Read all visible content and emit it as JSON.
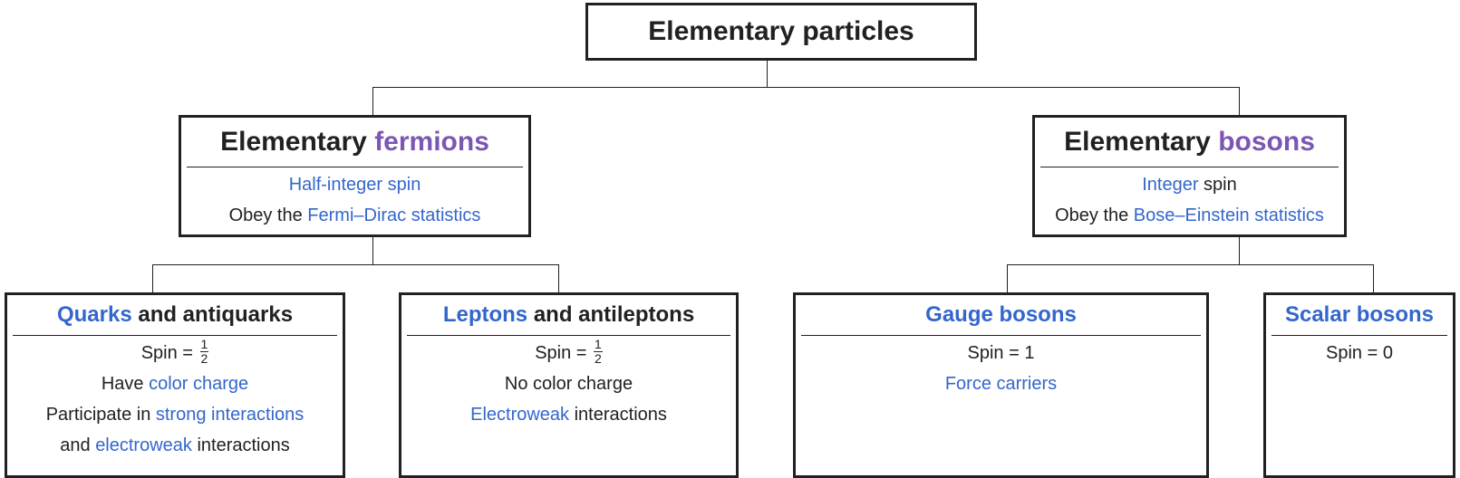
{
  "root": {
    "title": "Elementary particles"
  },
  "fermions": {
    "title_plain": "Elementary ",
    "title_accent": "fermions",
    "line1_link": "Half-integer spin",
    "line2_prefix": "Obey the ",
    "line2_link": "Fermi–Dirac statistics"
  },
  "bosons": {
    "title_plain": "Elementary ",
    "title_accent": "bosons",
    "line1_link": "Integer",
    "line1_suffix": " spin",
    "line2_prefix": "Obey the ",
    "line2_link": "Bose–Einstein statistics"
  },
  "quarks": {
    "title_link": "Quarks",
    "title_suffix": " and antiquarks",
    "spin_prefix": "Spin = ",
    "spin_num": "1",
    "spin_den": "2",
    "line2_prefix": "Have ",
    "line2_link": "color charge",
    "line3_prefix": "Participate in ",
    "line3_link": "strong interactions",
    "line4_prefix": "and ",
    "line4_link": "electroweak",
    "line4_suffix": " interactions"
  },
  "leptons": {
    "title_link": "Leptons",
    "title_suffix": " and antileptons",
    "spin_prefix": "Spin = ",
    "spin_num": "1",
    "spin_den": "2",
    "line2": "No color charge",
    "line3_link": "Electroweak",
    "line3_suffix": " interactions"
  },
  "gauge": {
    "title_link": "Gauge bosons",
    "spin": "Spin = 1",
    "line2_link": "Force carriers"
  },
  "scalar": {
    "title_link": "Scalar bosons",
    "spin": "Spin = 0"
  },
  "colors": {
    "link": "#3366cc",
    "accent": "#7b56b3",
    "text": "#202122",
    "border": "#202122"
  }
}
